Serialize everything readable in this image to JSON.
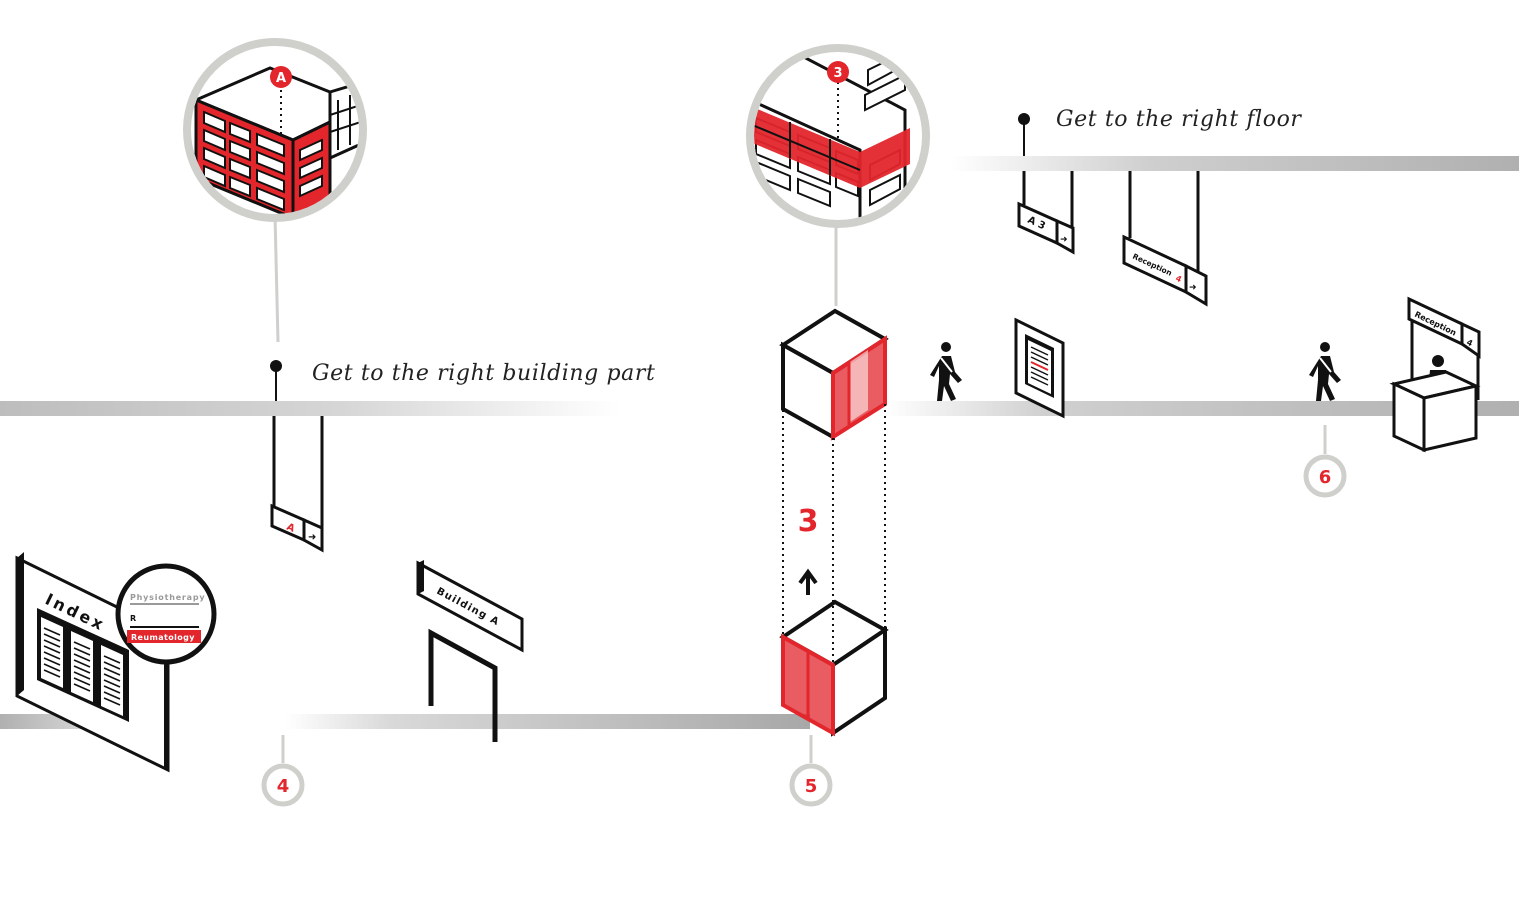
{
  "colors": {
    "accent": "#e2262c",
    "ink": "#111111",
    "path_gray": "#b5b5b5",
    "ring_gray": "#cfcfcb",
    "badge_text": "#ffffff"
  },
  "captions": {
    "building_part": "Get to the right building part",
    "floor": "Get to the right floor"
  },
  "steps": {
    "four": "4",
    "five": "5",
    "six": "6"
  },
  "signs": {
    "hanging_a_letter": "A",
    "index_title": "Index",
    "directory_line1": "Physiotherapy",
    "directory_line2": "R",
    "directory_line3": "Reumatology",
    "building_a": "Building A",
    "floor_sign": "A 3",
    "reception_sign": "Reception",
    "reception_sign_num": "4",
    "reception_desk": "Reception",
    "reception_desk_num": "4"
  },
  "badges": {
    "building_badge": "A",
    "floor_badge": "3"
  },
  "elevator": {
    "floor_number": "3"
  }
}
